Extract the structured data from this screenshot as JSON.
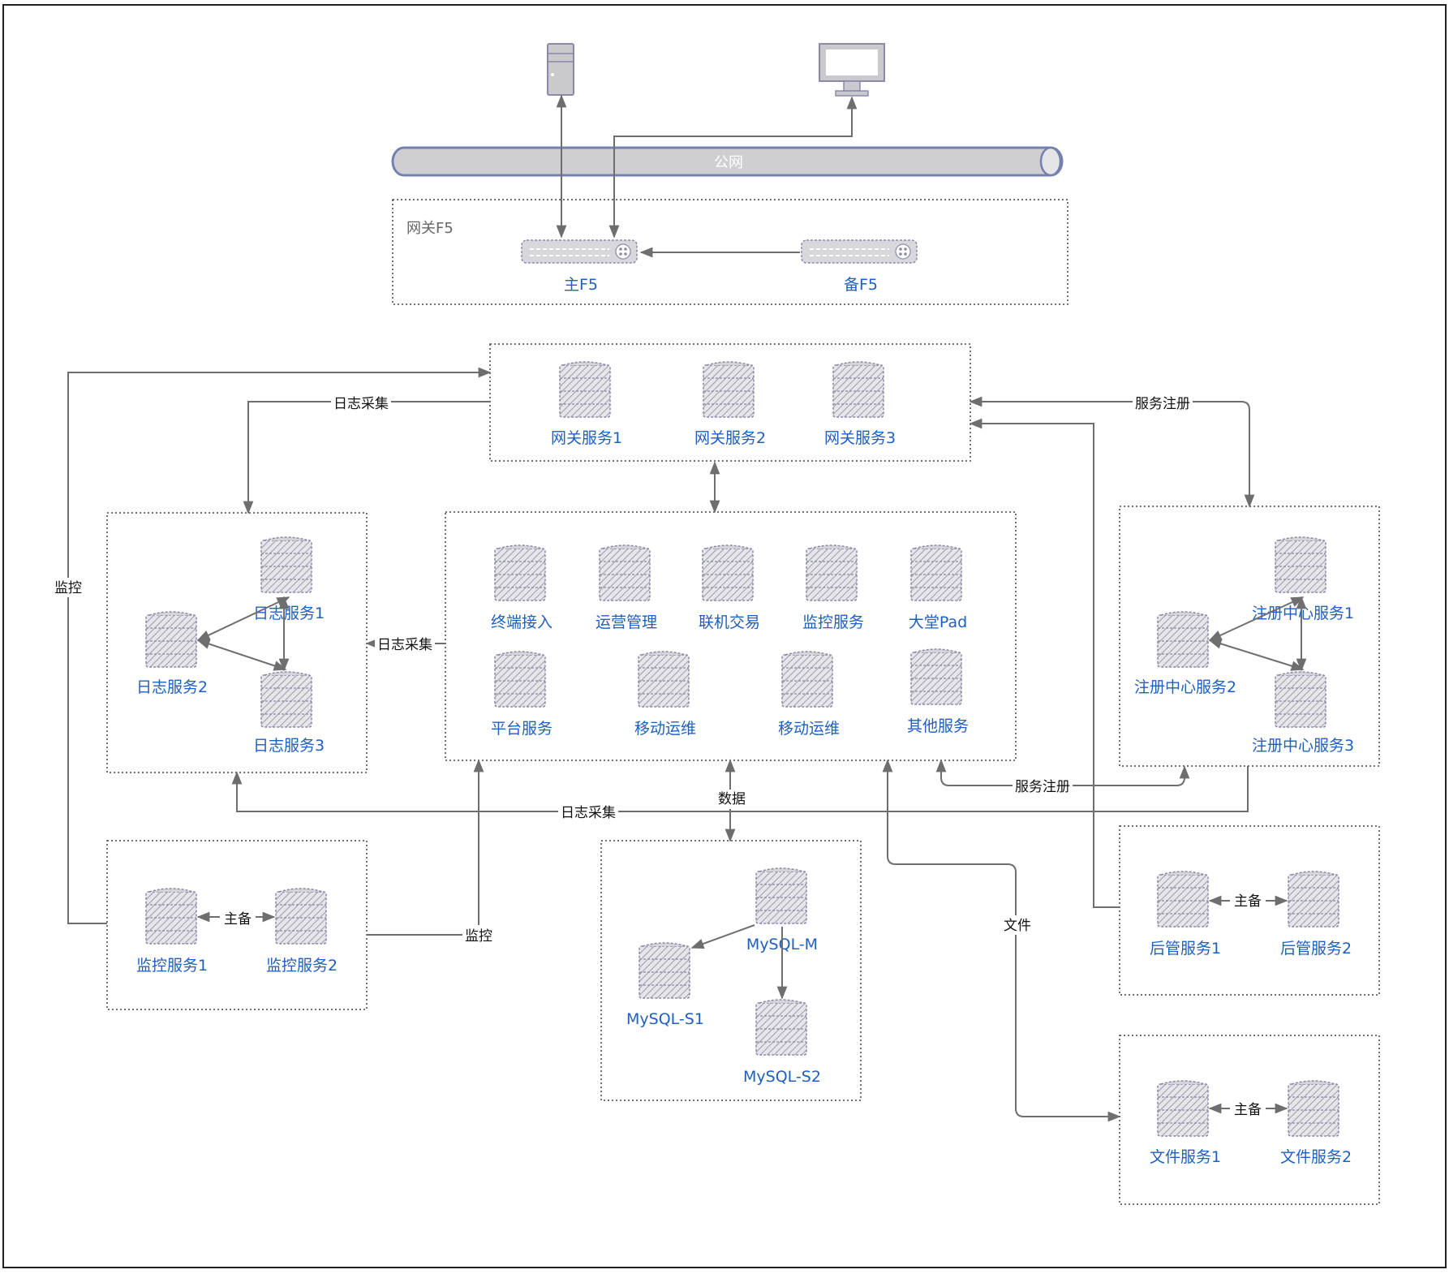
{
  "colors": {
    "node_label": "#1e5fbf",
    "edge": "#777777",
    "group_border": "#444444",
    "server_fill": "#d4d4d8",
    "server_stroke": "#8a8aa8",
    "pipe_fill": "#cfcfd3",
    "pipe_stroke": "#7480b0"
  },
  "internet": {
    "label": "公网"
  },
  "groups": {
    "f5": {
      "title": "网关F5",
      "master": "主F5",
      "backup": "备F5"
    },
    "gateway": {
      "nodes": [
        "网关服务1",
        "网关服务2",
        "网关服务3"
      ]
    },
    "log": {
      "nodes": [
        "日志服务1",
        "日志服务2",
        "日志服务3"
      ]
    },
    "core": {
      "row1": [
        "终端接入",
        "运营管理",
        "联机交易",
        "监控服务",
        "大堂Pad"
      ],
      "row2": [
        "平台服务",
        "移动运维",
        "移动运维",
        "其他服务"
      ]
    },
    "registry": {
      "nodes": [
        "注册中心服务1",
        "注册中心服务2",
        "注册中心服务3"
      ]
    },
    "monitor": {
      "nodes": [
        "监控服务1",
        "监控服务2"
      ],
      "link": "主备"
    },
    "mysql": {
      "nodes": [
        "MySQL-M",
        "MySQL-S1",
        "MySQL-S2"
      ]
    },
    "admin": {
      "nodes": [
        "后管服务1",
        "后管服务2"
      ],
      "link": "主备"
    },
    "file": {
      "nodes": [
        "文件服务1",
        "文件服务2"
      ],
      "link": "主备"
    }
  },
  "edge_labels": {
    "log_collect_top": "日志采集",
    "log_collect_mid": "日志采集",
    "log_collect_bottom": "日志采集",
    "monitor_left": "监控",
    "monitor_bottom": "监控",
    "register_top": "服务注册",
    "register_bottom": "服务注册",
    "data": "数据",
    "file": "文件"
  }
}
